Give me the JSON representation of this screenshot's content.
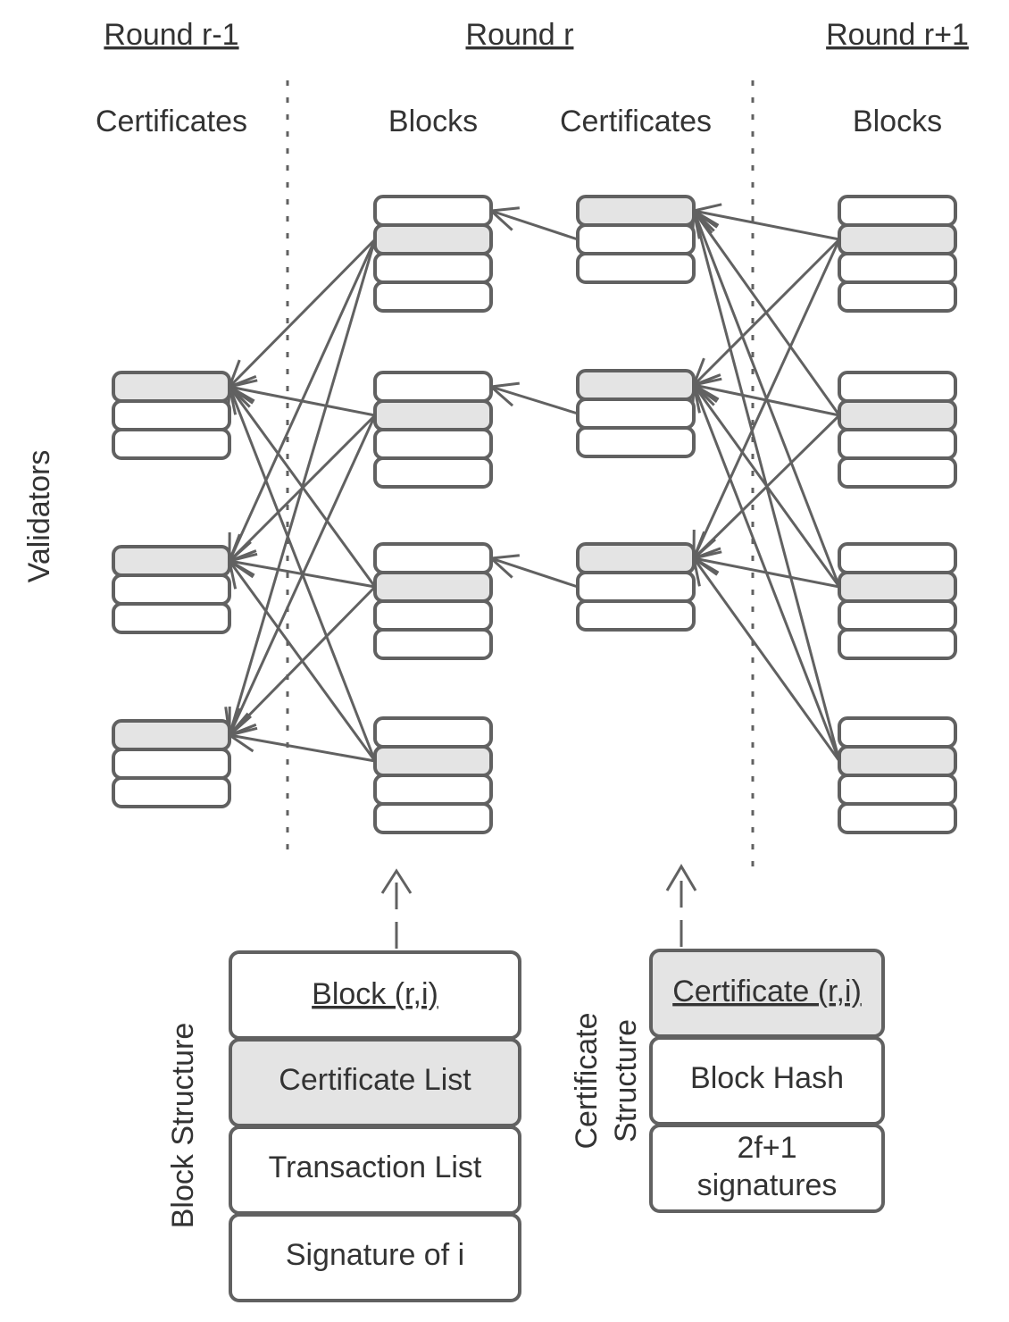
{
  "headers": {
    "round_prev": "Round r-1",
    "round_cur": "Round r",
    "round_next": "Round r+1"
  },
  "columns": {
    "prev_certificates": "Certificates",
    "cur_blocks": "Blocks",
    "cur_certificates": "Certificates",
    "next_blocks": "Blocks"
  },
  "axis_label": "Validators",
  "graph": {
    "prev_certificates": {
      "count": 3,
      "rows_each": 3,
      "highlighted_row": 0
    },
    "cur_blocks": {
      "count": 4,
      "rows_each": 4,
      "highlighted_row": 1
    },
    "cur_certificates": {
      "count": 3,
      "rows_each": 3,
      "highlighted_row": 0
    },
    "next_blocks": {
      "count": 4,
      "rows_each": 4,
      "highlighted_row": 1
    },
    "edges_left": [
      [
        0,
        0
      ],
      [
        0,
        1
      ],
      [
        0,
        2
      ],
      [
        1,
        0
      ],
      [
        1,
        1
      ],
      [
        1,
        2
      ],
      [
        2,
        0
      ],
      [
        2,
        1
      ],
      [
        2,
        2
      ],
      [
        3,
        0
      ],
      [
        3,
        1
      ],
      [
        3,
        2
      ]
    ],
    "edges_mid": [
      [
        0,
        0
      ],
      [
        1,
        1
      ],
      [
        2,
        2
      ]
    ],
    "edges_right": [
      [
        0,
        0
      ],
      [
        0,
        1
      ],
      [
        0,
        2
      ],
      [
        1,
        0
      ],
      [
        1,
        1
      ],
      [
        1,
        2
      ],
      [
        2,
        0
      ],
      [
        2,
        1
      ],
      [
        2,
        2
      ],
      [
        3,
        0
      ],
      [
        3,
        1
      ],
      [
        3,
        2
      ]
    ]
  },
  "block_structure": {
    "label": "Block Structure",
    "rows": [
      {
        "text": "Block (r,i)",
        "underline": true,
        "highlight": false
      },
      {
        "text": "Certificate List",
        "underline": false,
        "highlight": true
      },
      {
        "text": "Transaction List",
        "underline": false,
        "highlight": false
      },
      {
        "text": "Signature of i",
        "underline": false,
        "highlight": false
      }
    ]
  },
  "certificate_structure": {
    "label_line1": "Certificate",
    "label_line2": "Structure",
    "rows": [
      {
        "text": "Certificate (r,i)",
        "underline": true,
        "highlight": true
      },
      {
        "text": "Block Hash",
        "underline": false,
        "highlight": false
      },
      {
        "text_line1": "2f+1",
        "text_line2": "signatures",
        "underline": false,
        "highlight": false
      }
    ]
  }
}
